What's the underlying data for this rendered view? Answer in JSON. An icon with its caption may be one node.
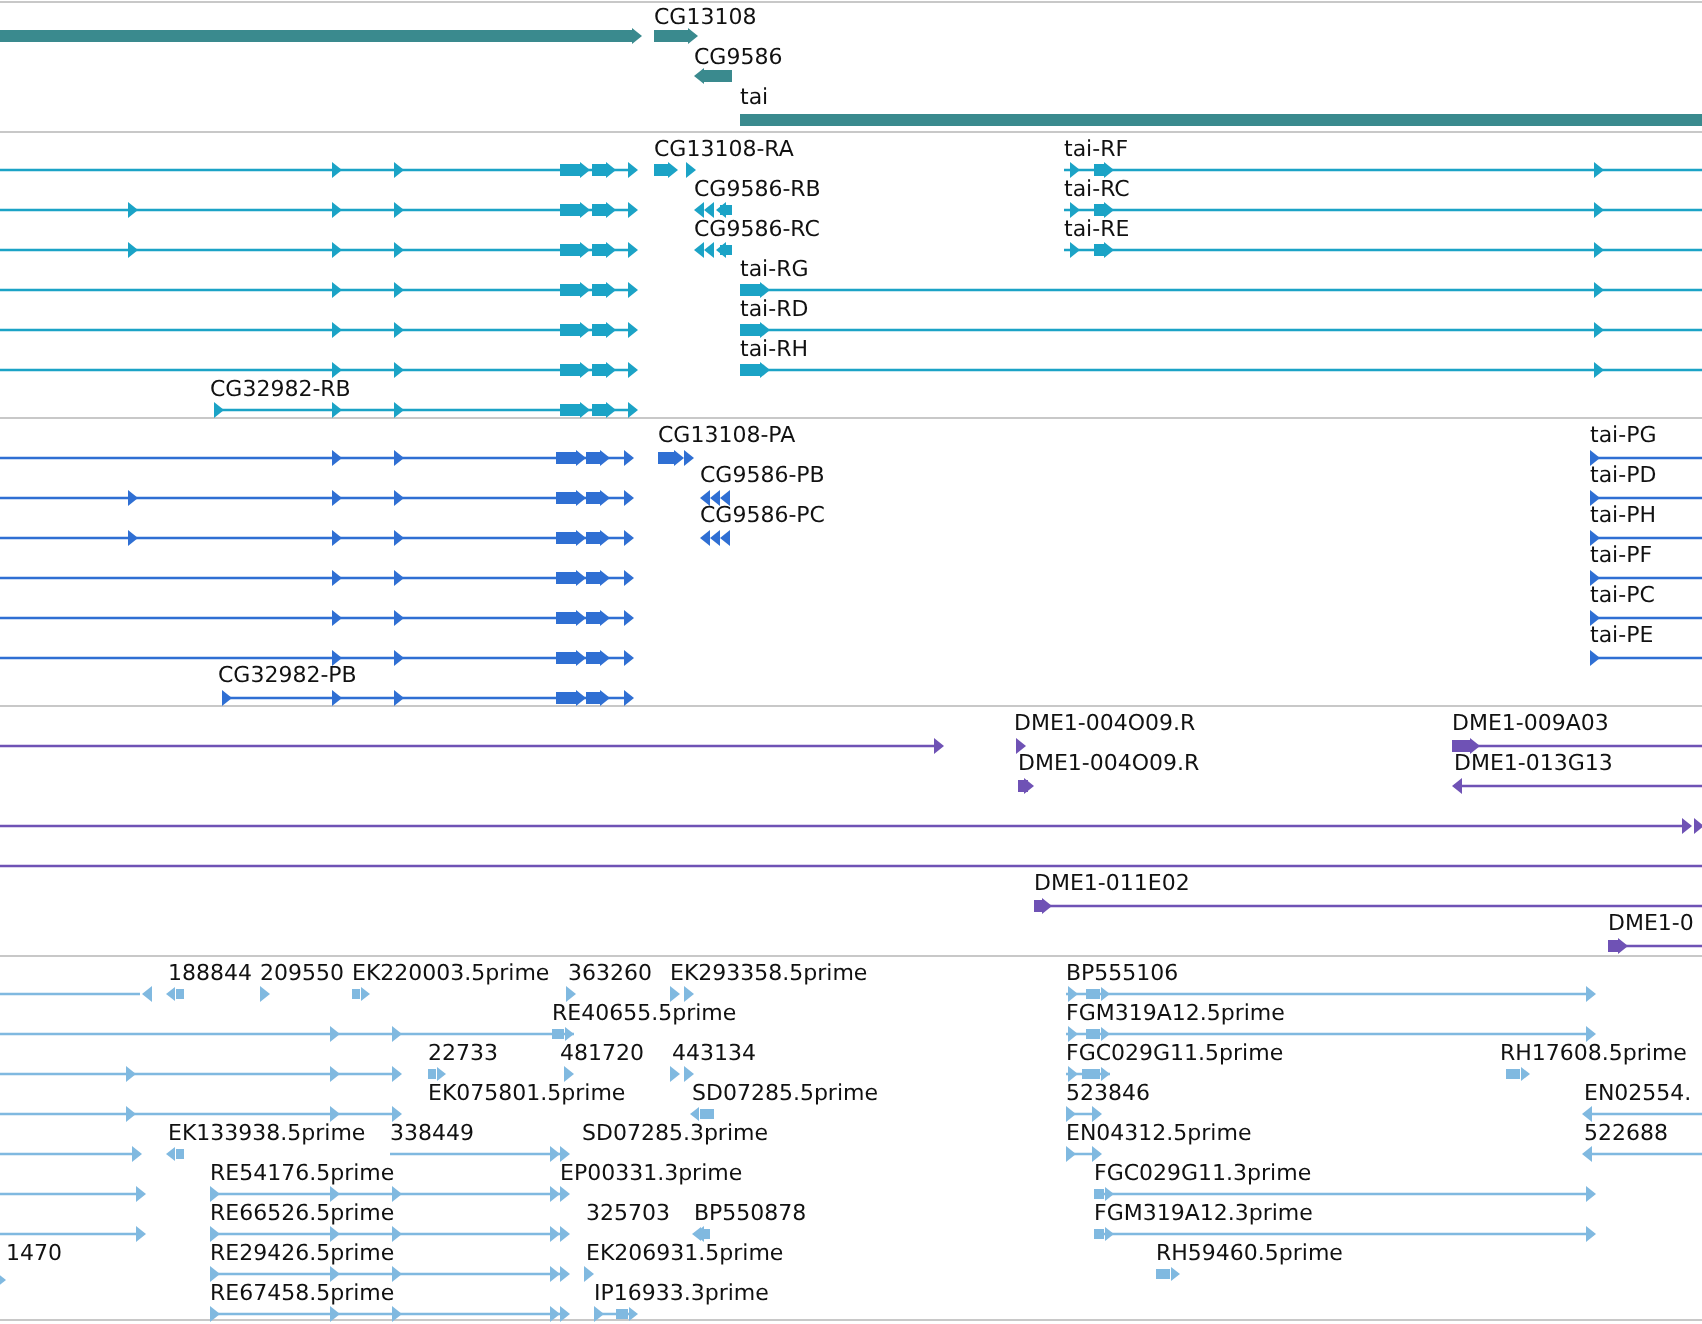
{
  "diagram": {
    "labels": [
      "CG13108",
      "CG9586",
      "tai",
      "CG13108-RA",
      "tai-RF",
      "CG9586-RB",
      "tai-RC",
      "CG9586-RC",
      "tai-RE",
      "tai-RG",
      "tai-RD",
      "tai-RH",
      "CG32982-RB",
      "CG13108-PA",
      "tai-PG",
      "CG9586-PB",
      "tai-PD",
      "CG9586-PC",
      "tai-PH",
      "tai-PF",
      "tai-PC",
      "tai-PE",
      "CG32982-PB",
      "DME1-004O09.R",
      "DME1-009A03",
      "DME1-004O09.R",
      "DME1-013G13",
      "DME1-011E02",
      "DME1-0",
      "188844",
      "209550",
      "EK220003.5prime",
      "363260",
      "EK293358.5prime",
      "BP555106",
      "RE40655.5prime",
      "FGM319A12.5prime",
      "22733",
      "481720",
      "443134",
      "FGC029G11.5prime",
      "RH17608.5prime",
      "EK075801.5prime",
      "SD07285.5prime",
      "523846",
      "EN02554.",
      "EK133938.5prime",
      "338449",
      "SD07285.3prime",
      "EN04312.5prime",
      "522688",
      "RE54176.5prime",
      "EP00331.3prime",
      "FGC029G11.3prime",
      "RE66526.5prime",
      "325703",
      "BP550878",
      "FGM319A12.3prime",
      "1470",
      "RE29426.5prime",
      "EK206931.5prime",
      "RH59460.5prime",
      "RE67458.5prime",
      "IP16933.3prime"
    ]
  }
}
